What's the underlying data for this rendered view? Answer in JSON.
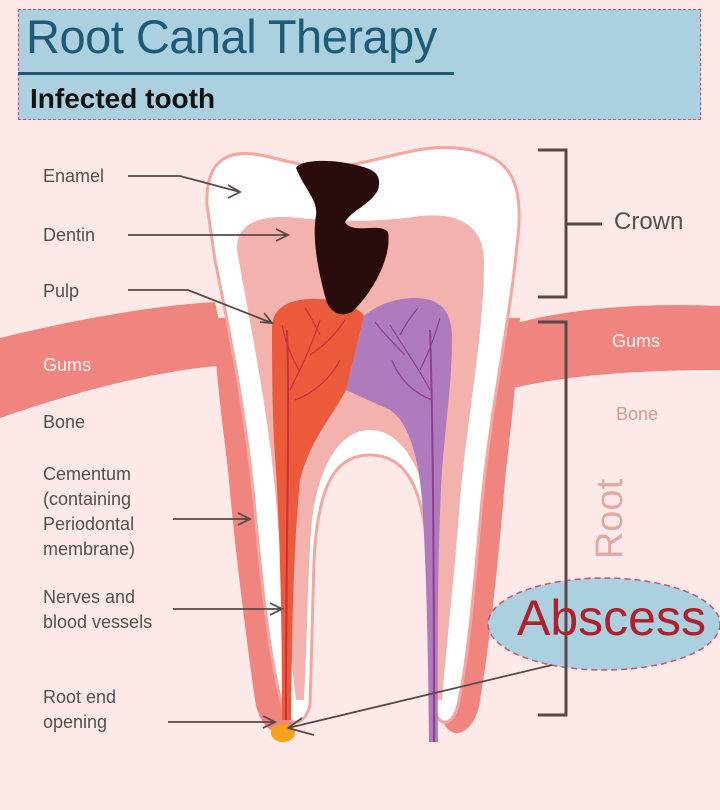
{
  "header": {
    "title": "Root Canal Therapy",
    "subtitle": "Infected tooth"
  },
  "labels": {
    "enamel": "Enamel",
    "dentin": "Dentin",
    "pulp": "Pulp",
    "gums_left": "Gums",
    "bone_left": "Bone",
    "cementum": [
      "Cementum",
      "(containing",
      "Periodontal",
      "membrane)"
    ],
    "nerves": [
      "Nerves and",
      "blood vessels"
    ],
    "root_end": [
      "Root end",
      "opening"
    ],
    "crown": "Crown",
    "gums_right": "Gums",
    "bone_right": "Bone",
    "root": "Root",
    "abscess": "Abscess"
  },
  "colors": {
    "background": "#fde9e7",
    "banner": "#abd0df",
    "title": "#1d5a76",
    "gums": "#f0857f",
    "enamel": "#ffffff",
    "dentin": "#f4b2ae",
    "pulp_infected": "#ec5a3c",
    "pulp_healthy": "#b07bbd",
    "decay": "#2a0c0c",
    "abscess_text": "#b01f2c",
    "bracket": "#5a4846"
  }
}
